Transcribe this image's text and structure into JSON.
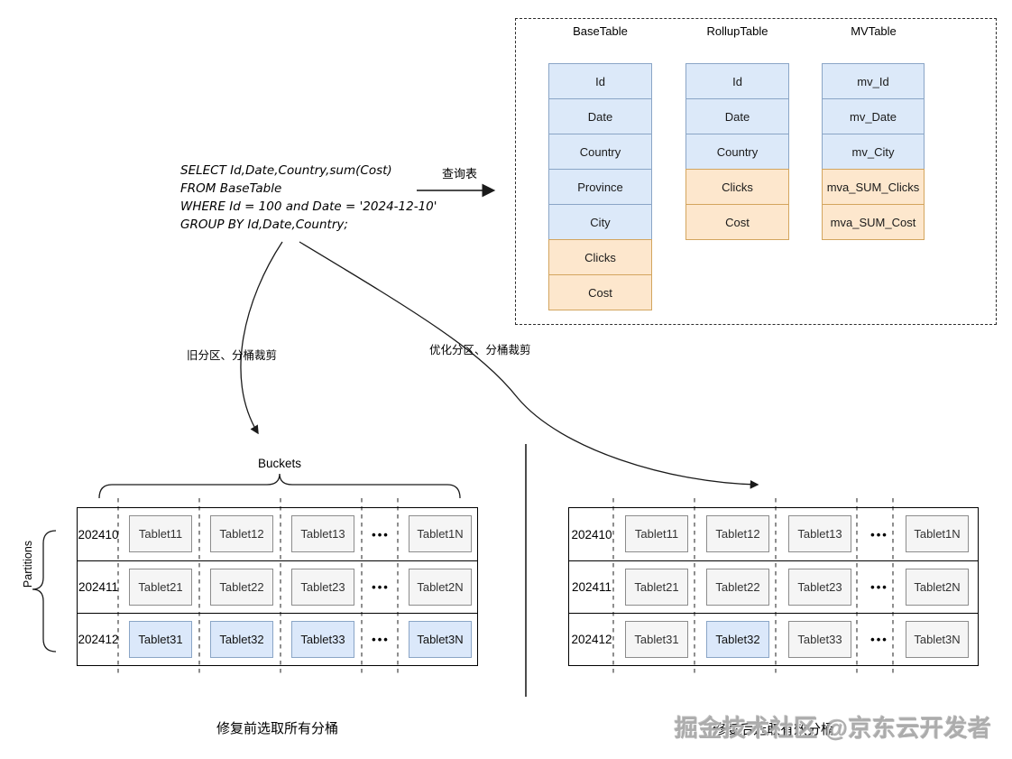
{
  "sql": {
    "lines": [
      "SELECT Id,Date,Country,sum(Cost)",
      "FROM BaseTable",
      "WHERE Id = 100 and Date = '2024-12-10'",
      "GROUP BY Id,Date,Country;"
    ]
  },
  "flow_labels": {
    "query_table": "查询表",
    "old_pruning": "旧分区、分桶裁剪",
    "optimized_pruning": "优化分区、分桶裁剪"
  },
  "schema": {
    "tables": [
      {
        "title": "BaseTable",
        "columns": [
          {
            "name": "Id"
          },
          {
            "name": "Date"
          },
          {
            "name": "Country"
          },
          {
            "name": "Province"
          },
          {
            "name": "City"
          },
          {
            "name": "Clicks"
          },
          {
            "name": "Cost"
          }
        ]
      },
      {
        "title": "RollupTable",
        "columns": [
          {
            "name": "Id"
          },
          {
            "name": "Date"
          },
          {
            "name": "Country"
          },
          {
            "name": "Clicks"
          },
          {
            "name": "Cost"
          }
        ]
      },
      {
        "title": "MVTable",
        "columns": [
          {
            "name": "mv_Id"
          },
          {
            "name": "mv_Date"
          },
          {
            "name": "mv_City"
          },
          {
            "name": "mva_SUM_Clicks"
          },
          {
            "name": "mva_SUM_Cost"
          }
        ]
      }
    ]
  },
  "left_grid": {
    "buckets_label": "Buckets",
    "partitions_label": "Partitions",
    "caption": "修复前选取所有分桶",
    "rows": [
      {
        "partition": "202410",
        "tablets": [
          "Tablet11",
          "Tablet12",
          "Tablet13",
          "Tablet1N"
        ]
      },
      {
        "partition": "202411",
        "tablets": [
          "Tablet21",
          "Tablet22",
          "Tablet23",
          "Tablet2N"
        ]
      },
      {
        "partition": "202412",
        "tablets": [
          "Tablet31",
          "Tablet32",
          "Tablet33",
          "Tablet3N"
        ]
      }
    ]
  },
  "right_grid": {
    "caption": "修复后选取有效分桶",
    "rows": [
      {
        "partition": "202410",
        "tablets": [
          "Tablet11",
          "Tablet12",
          "Tablet13",
          "Tablet1N"
        ]
      },
      {
        "partition": "202411",
        "tablets": [
          "Tablet21",
          "Tablet22",
          "Tablet23",
          "Tablet2N"
        ]
      },
      {
        "partition": "202412",
        "tablets": [
          "Tablet31",
          "Tablet32",
          "Tablet33",
          "Tablet3N"
        ]
      }
    ]
  },
  "misc": {
    "ellipsis": "•••",
    "watermark": "掘金技术社区 @京东云开发者"
  },
  "colors": {
    "dimension_fill": "#dce9f9",
    "dimension_border": "#8aa5c6",
    "metric_fill": "#fde7cd",
    "metric_border": "#d3a55e",
    "tablet_fill": "#f5f5f5",
    "tablet_border": "#8c8c8c",
    "highlight_fill": "#dbe8fa",
    "highlight_border": "#8aa5c6"
  }
}
